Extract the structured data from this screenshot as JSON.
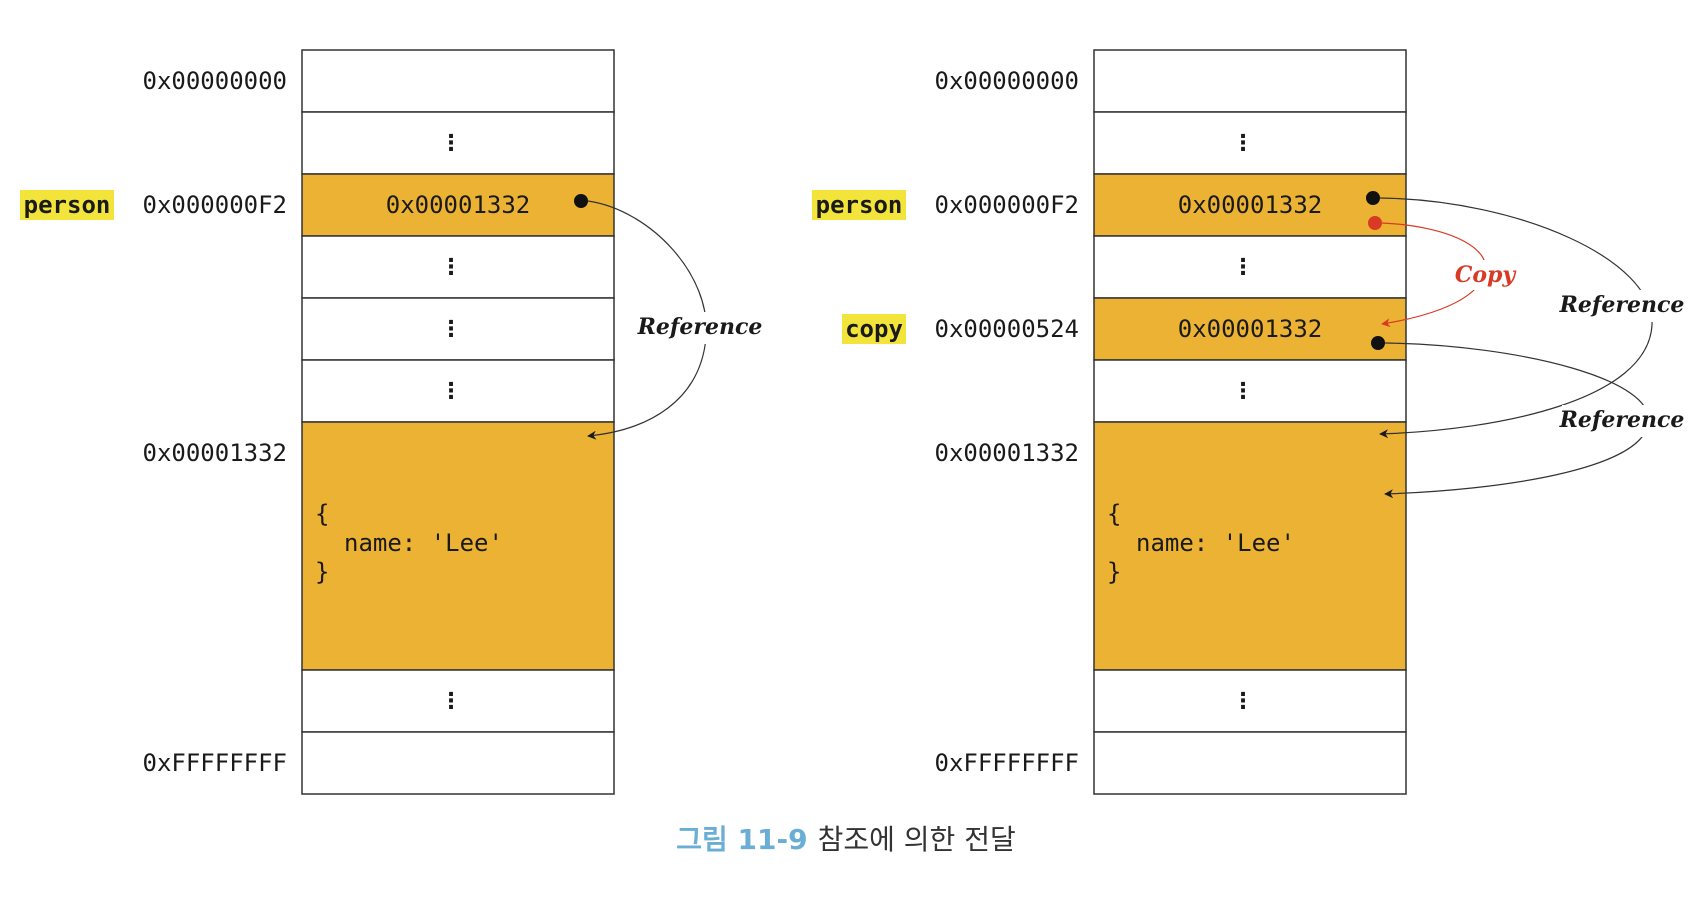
{
  "colors": {
    "cell_fill": "#ffffff",
    "highlight_fill": "#ebb233",
    "varname_highlight": "#f2e43a",
    "border": "#333333",
    "copy_arrow": "#d93a26",
    "caption_number": "#6aaed6",
    "caption_text": "#333333"
  },
  "left_panel": {
    "addresses": {
      "start": "0x00000000",
      "person": "0x000000F2",
      "object": "0x00001332",
      "end": "0xFFFFFFFF"
    },
    "variables": {
      "person": "person"
    },
    "cells": {
      "person_value": "0x00001332"
    },
    "object_code": {
      "open": "{",
      "body": "name: 'Lee'",
      "close": "}"
    },
    "dots": "⋮",
    "arrows": {
      "reference": "Reference"
    }
  },
  "right_panel": {
    "addresses": {
      "start": "0x00000000",
      "person": "0x000000F2",
      "copy": "0x00000524",
      "object": "0x00001332",
      "end": "0xFFFFFFFF"
    },
    "variables": {
      "person": "person",
      "copy": "copy"
    },
    "cells": {
      "person_value": "0x00001332",
      "copy_value": "0x00001332"
    },
    "object_code": {
      "open": "{",
      "body": "name: 'Lee'",
      "close": "}"
    },
    "dots": "⋮",
    "arrows": {
      "copy": "Copy",
      "reference_person": "Reference",
      "reference_copy": "Reference"
    }
  },
  "caption": {
    "number": "그림 11-9",
    "text": "참조에 의한 전달"
  }
}
